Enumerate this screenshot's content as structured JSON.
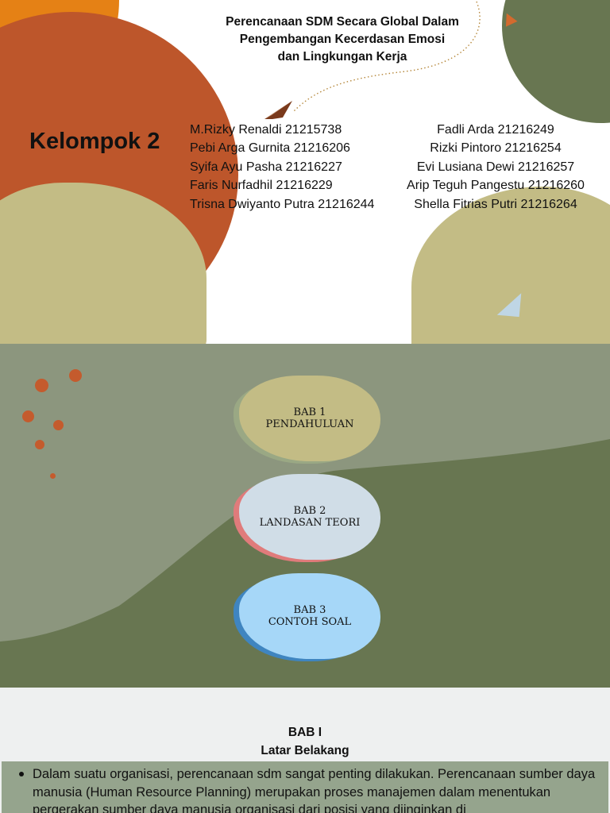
{
  "slide1": {
    "title_lines": [
      "Perencanaan SDM Secara Global Dalam",
      "Pengembangan Kecerdasan Emosi",
      "dan Lingkungan Kerja"
    ],
    "group_name": "Kelompok 2",
    "members_left": [
      "M.Rizky Renaldi 21215738",
      "Pebi Arga Gurnita 21216206",
      "Syifa Ayu Pasha 21216227",
      "Faris Nurfadhil 21216229",
      "Trisna Dwiyanto Putra 21216244"
    ],
    "members_right": [
      "Fadli Arda 21216249",
      "Rizki Pintoro 21216254",
      "Evi Lusiana Dewi 21216257",
      "Arip Teguh Pangestu 21216260",
      "Shella Fitrias Putri 21216264"
    ],
    "colors": {
      "orange": "#e58115",
      "rust": "#bd562b",
      "olive": "#c3bc85",
      "green": "#687651"
    }
  },
  "slide2": {
    "babs": [
      {
        "line1": "BAB 1",
        "line2": "PENDAHULUAN",
        "color": "#c3bc85",
        "shadow": "#9aa884"
      },
      {
        "line1": "BAB 2",
        "line2": "LANDASAN TEORI",
        "color": "#d0dde7",
        "shadow": "#e07b7b"
      },
      {
        "line1": "BAB 3",
        "line2": "CONTOH SOAL",
        "color": "#a6d7f8",
        "shadow": "#3f85c0"
      }
    ],
    "colors": {
      "dark_green": "#687651",
      "light_green": "#8c967e",
      "dot": "#c45b2d"
    }
  },
  "slide3": {
    "heading": "BAB I",
    "subheading": "Latar Belakang",
    "paragraph": "Dalam suatu organisasi, perencanaan sdm sangat penting dilakukan. Perencanaan sumber daya manusia (Human Resource Planning) merupakan proses manajemen dalam menentukan pergerakan sumber daya manusia organisasi dari posisi yang diinginkan di"
  }
}
